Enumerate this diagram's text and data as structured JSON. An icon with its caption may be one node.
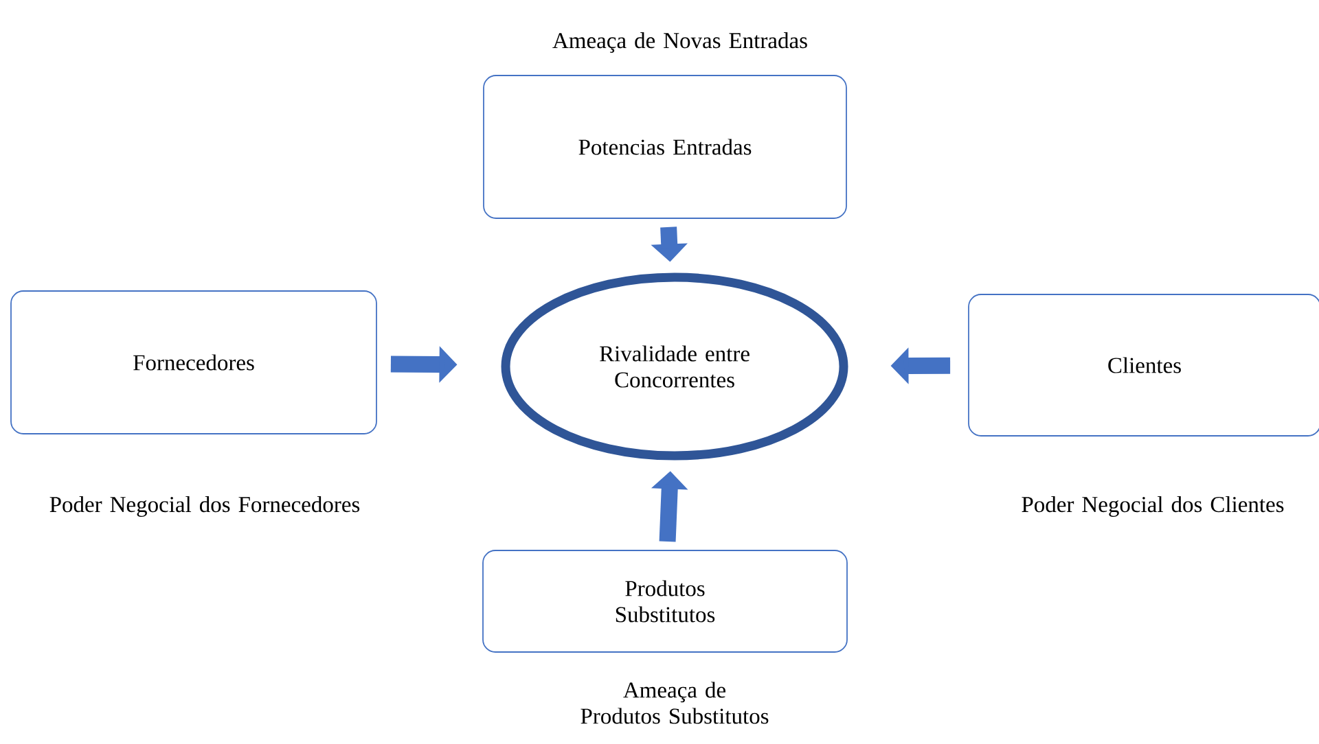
{
  "diagram": {
    "nodes": [
      {
        "text": [
          "Potencias Entradas"
        ],
        "beside": [
          "Ameaça de Novas Entradas"
        ]
      },
      {
        "text": [
          "Fornecedores"
        ],
        "beside": [
          "Poder Negocial dos Fornecedores"
        ]
      },
      {
        "text": [
          "Rivalidade entre Concorrentes"
        ]
      },
      {
        "text": [
          "Clientes"
        ],
        "beside": [
          "Poder Negocial dos Clientes"
        ]
      },
      {
        "text": [
          "Produtos Substitutos"
        ],
        "beside": [
          "Ameaça de Produtos Substitutos"
        ]
      }
    ],
    "edges": [
      {
        "from": 0,
        "to": 2,
        "arrow": "to"
      },
      {
        "from": 1,
        "to": 2,
        "arrow": "to"
      },
      {
        "from": 3,
        "to": 2,
        "arrow": "to"
      },
      {
        "from": 4,
        "to": 2,
        "arrow": "to"
      }
    ]
  }
}
